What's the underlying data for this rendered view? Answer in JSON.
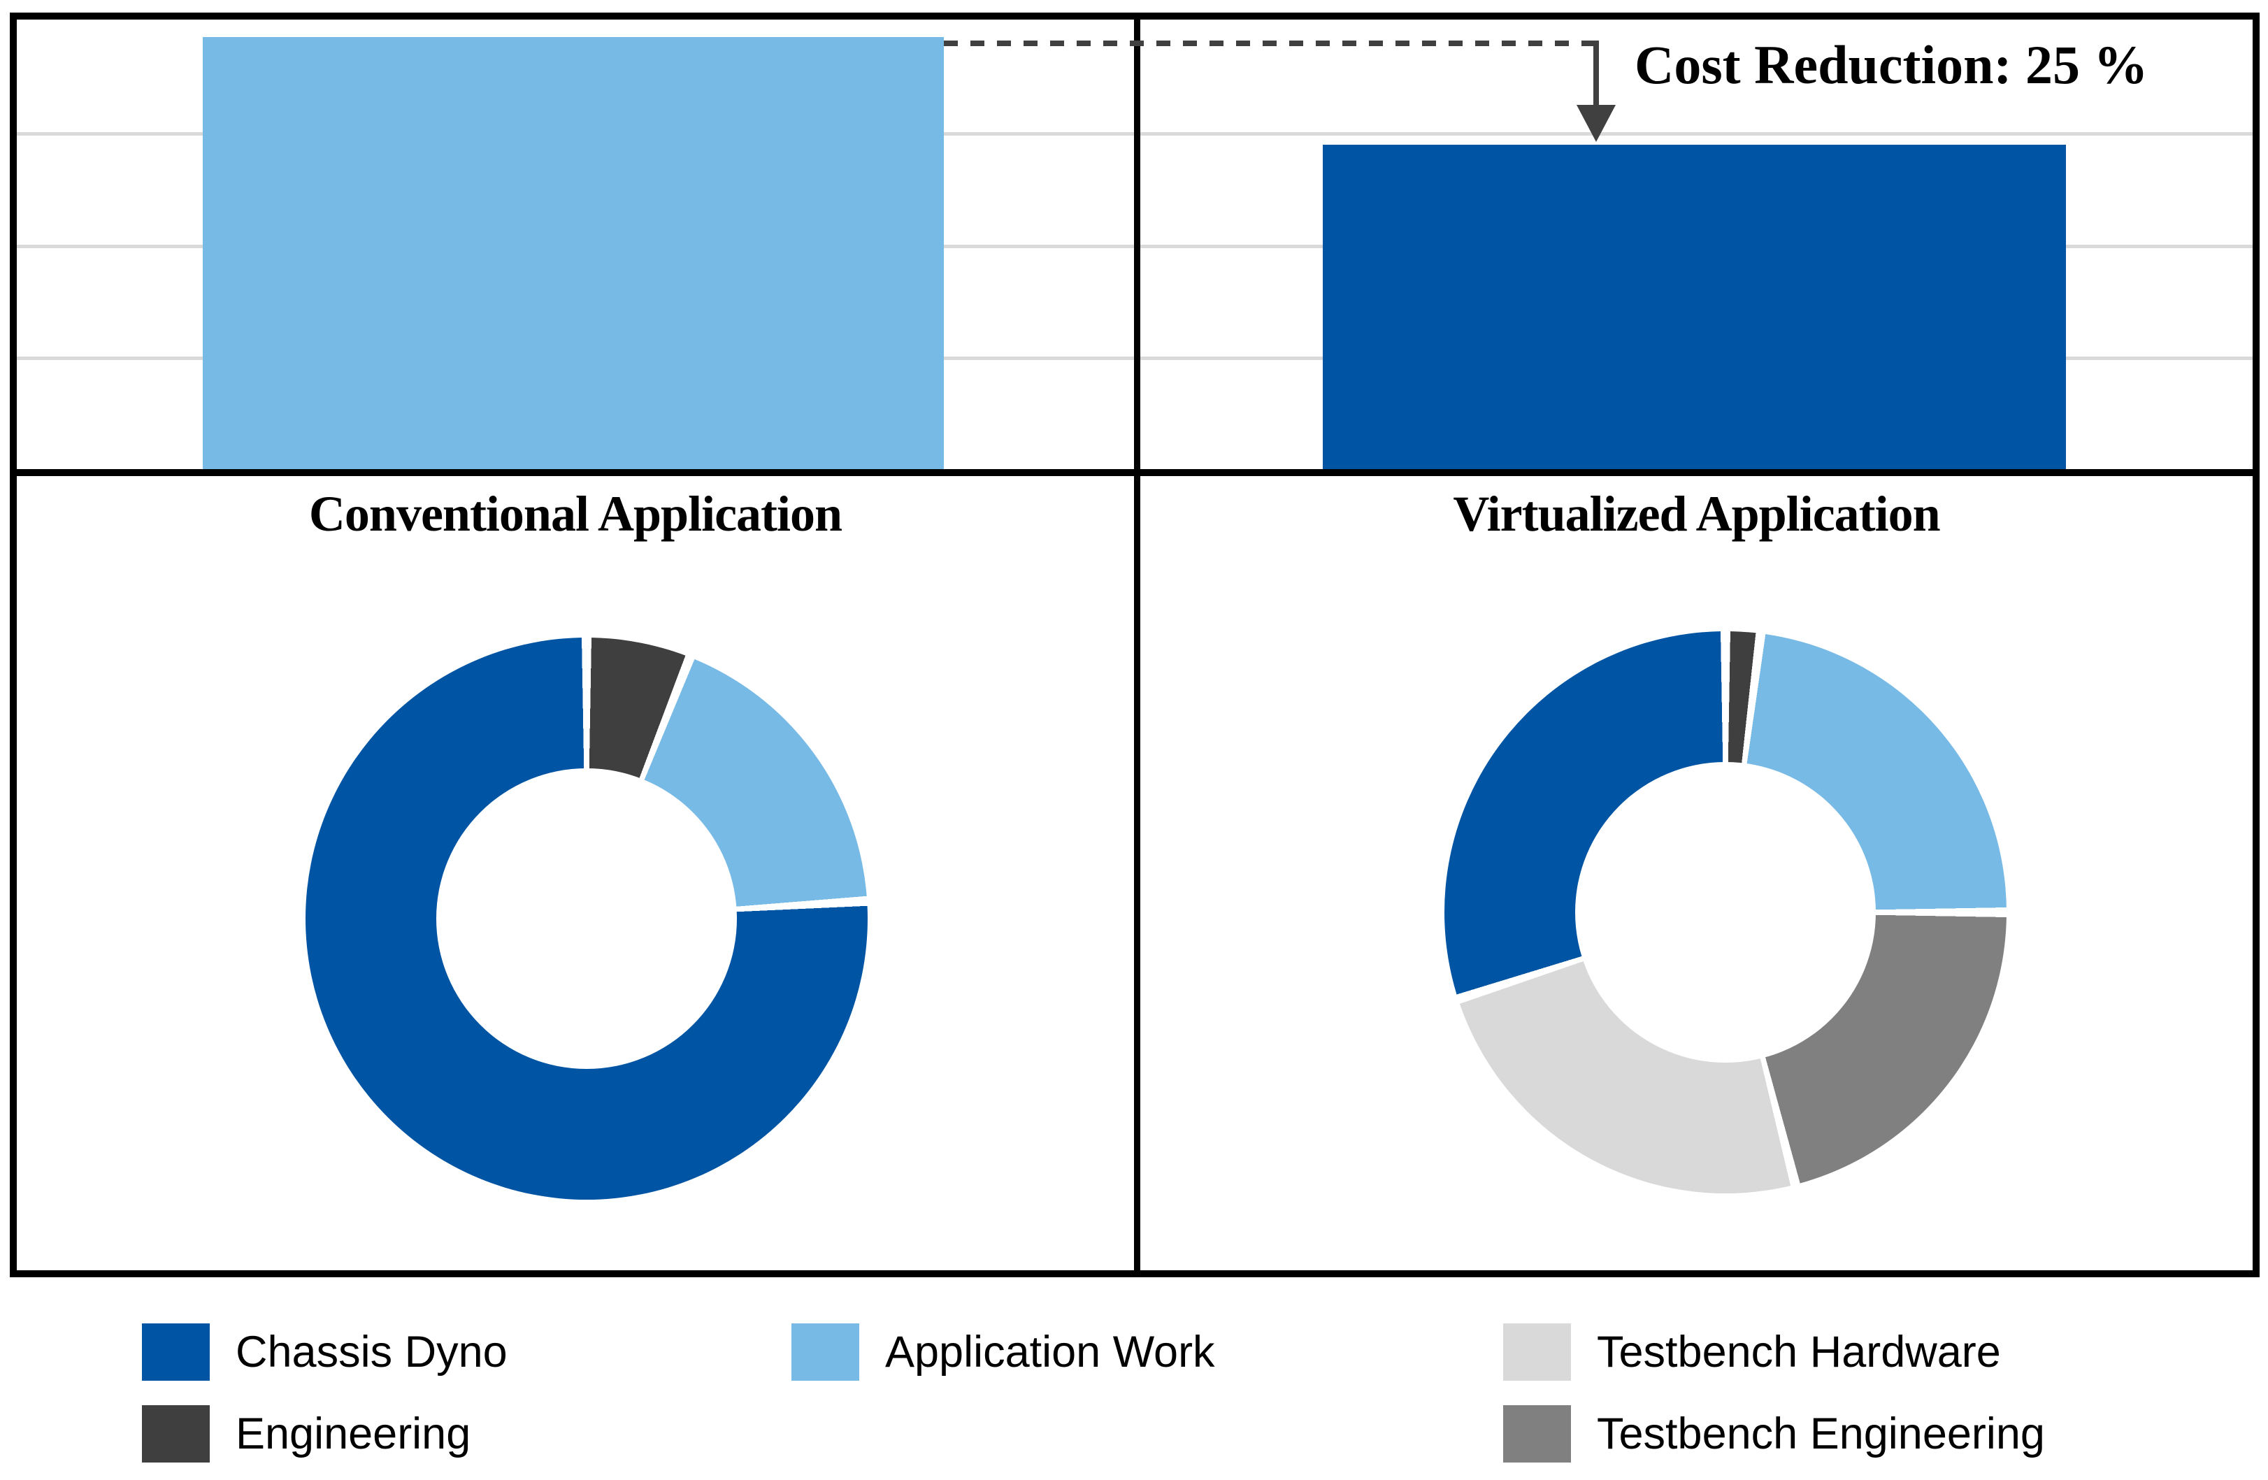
{
  "colors": {
    "chassis_dyno_blue": "#0054A4",
    "application_work_light_blue": "#78BAE6",
    "engineering_charcoal": "#3F3F3F",
    "testbench_hardware_light_gray": "#D9D9D9",
    "testbench_engineering_gray": "#808080",
    "gridline_gray": "#D9D9D9",
    "annotation_line_gray": "#404040",
    "frame_black": "#000000"
  },
  "chart_data": [
    {
      "type": "bar",
      "title": "",
      "categories": [
        "Conventional Application",
        "Virtualized Application"
      ],
      "values": [
        100,
        75
      ],
      "unit": "relative cost (%)",
      "axis_max": 104,
      "gridlines": [
        25,
        50,
        75
      ],
      "colors": [
        "#78BAE6",
        "#0054A4"
      ],
      "annotation": "Cost Reduction: 25 %",
      "legend_position": "bottom",
      "grid": "horizontal lines, unlabeled axis"
    },
    {
      "type": "pie",
      "subtype": "donut",
      "title": "Conventional Application",
      "labels": [
        "Engineering",
        "Application Work",
        "Chassis Dyno"
      ],
      "values": [
        6,
        18,
        76
      ],
      "colors": [
        "#3F3F3F",
        "#78BAE6",
        "#0054A4"
      ],
      "start_angle": "12 o'clock, clockwise",
      "hole_ratio": 0.535,
      "slice_gap_deg": 2
    },
    {
      "type": "pie",
      "subtype": "donut",
      "title": "Virtualized Application",
      "labels": [
        "Engineering",
        "Application Work",
        "Testbench Engineering",
        "Testbench Hardware",
        "Chassis Dyno"
      ],
      "values": [
        2,
        23,
        21,
        24,
        30
      ],
      "colors": [
        "#3F3F3F",
        "#78BAE6",
        "#808080",
        "#D9D9D9",
        "#0054A4"
      ],
      "start_angle": "12 o'clock, clockwise",
      "hole_ratio": 0.535,
      "slice_gap_deg": 2
    }
  ],
  "legend": {
    "items": [
      {
        "label": "Chassis Dyno",
        "color": "#0054A4"
      },
      {
        "label": "Engineering",
        "color": "#3F3F3F"
      },
      {
        "label": "Application Work",
        "color": "#78BAE6"
      },
      {
        "label": "Testbench Hardware",
        "color": "#D9D9D9"
      },
      {
        "label": "Testbench Engineering",
        "color": "#808080"
      }
    ]
  }
}
